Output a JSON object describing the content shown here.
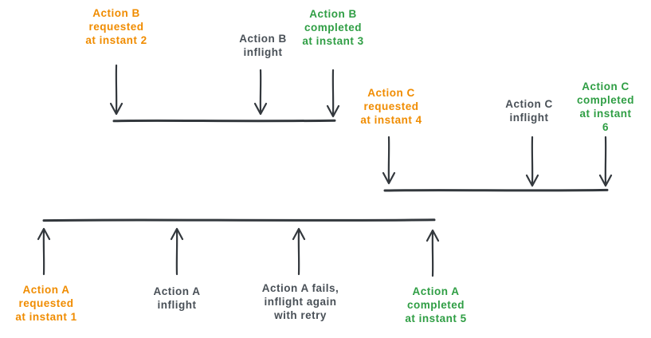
{
  "colors": {
    "background": "#ffffff",
    "stroke": "#33383d",
    "requested": "#f08c00",
    "inflight": "#495057",
    "completed": "#2f9e44"
  },
  "diagram": {
    "actions": {
      "b": {
        "requested": "Action B\nrequested\nat instant 2",
        "inflight": "Action B\ninflight",
        "completed": "Action B\ncompleted\nat instant 3"
      },
      "c": {
        "requested": "Action C\nrequested\nat instant 4",
        "inflight": "Action C\ninflight",
        "completed": "Action C\ncompleted\nat instant 6"
      },
      "a": {
        "requested": "Action A\nrequested\nat instant 1",
        "inflight": "Action A\ninflight",
        "fails": "Action A fails,\ninflight again\nwith retry",
        "completed": "Action A\ncompleted\nat instant 5"
      }
    }
  }
}
